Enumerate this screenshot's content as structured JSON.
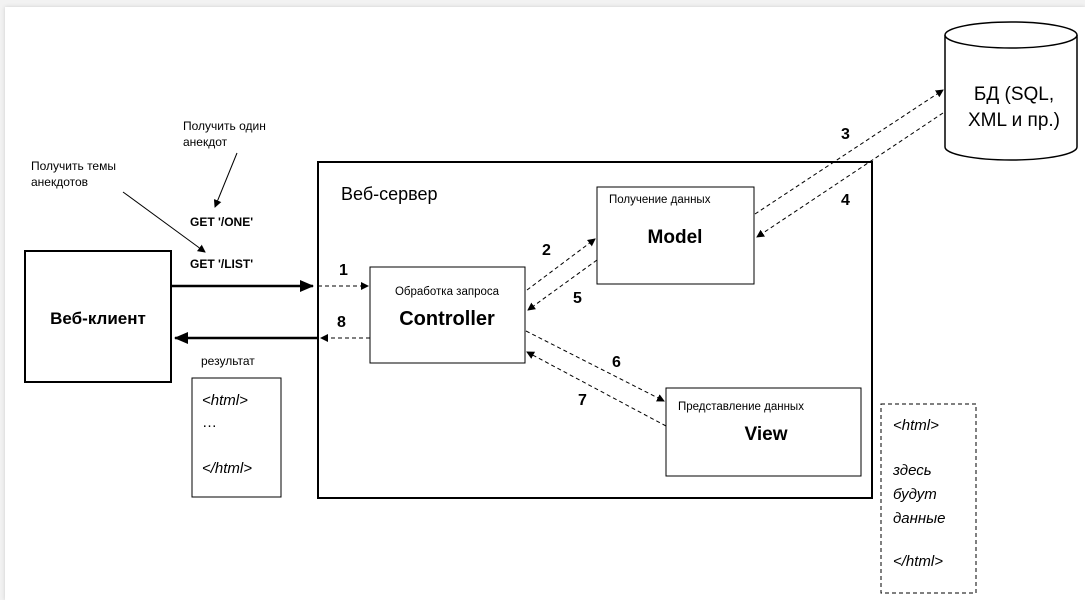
{
  "client": {
    "label": "Веб-клиент"
  },
  "server": {
    "label": "Веб-сервер"
  },
  "controller": {
    "title": "Обработка запроса",
    "name": "Controller"
  },
  "model": {
    "title": "Получение данных",
    "name": "Model"
  },
  "view": {
    "title": "Представление  данных",
    "name": "View"
  },
  "database": {
    "line1": "БД (SQL,",
    "line2": "XML и пр.)"
  },
  "requests": {
    "one": "GET '/ONE'",
    "list": "GET '/LIST'"
  },
  "notes": {
    "get_one_line1": "Получить один",
    "get_one_line2": "анекдот",
    "get_topics_line1": "Получить темы",
    "get_topics_line2": "анекдотов"
  },
  "result": {
    "label": "результат",
    "line1": "<html>",
    "line2": "…",
    "line3": "</html>"
  },
  "template": {
    "line1": "<html>",
    "line2": "здесь",
    "line3": "будут",
    "line4": "данные",
    "line5": "</html>"
  },
  "steps": [
    "1",
    "2",
    "3",
    "4",
    "5",
    "6",
    "7",
    "8"
  ],
  "colors": {
    "background": "#ffffff",
    "frame": "#f2f2f2",
    "stroke": "#000000"
  }
}
